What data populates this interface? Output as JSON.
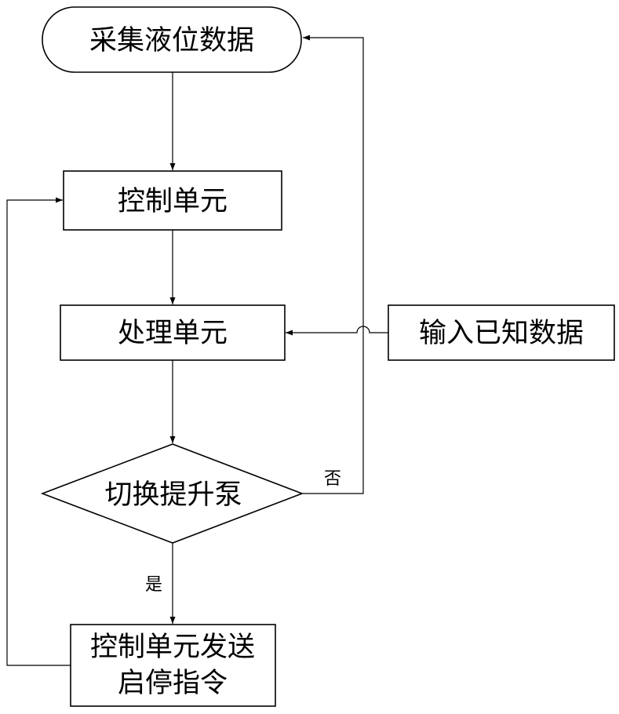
{
  "nodes": {
    "collect": "采集液位数据",
    "control": "控制单元",
    "process": "处理单元",
    "input": "输入已知数据",
    "decision": "切换提升泵",
    "send_line1": "控制单元发送",
    "send_line2": "启停指令"
  },
  "edges": {
    "no": "否",
    "yes": "是"
  }
}
